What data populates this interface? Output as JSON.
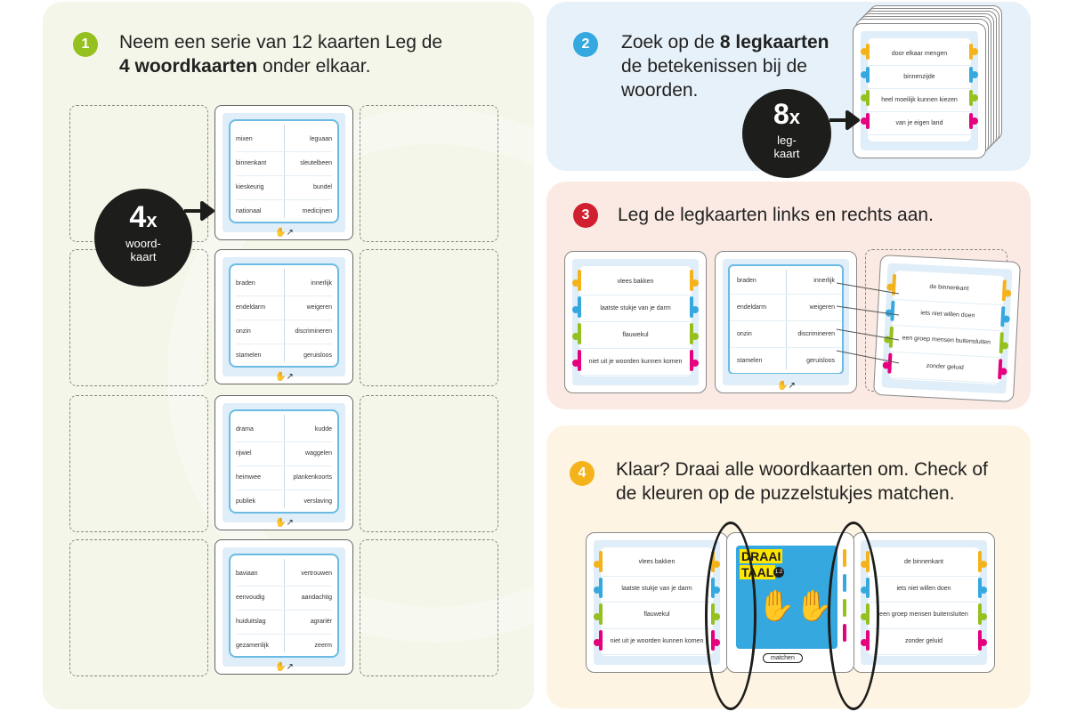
{
  "steps": [
    {
      "number": "1",
      "color": "#95c11f"
    },
    {
      "number": "2",
      "color": "#35a9df"
    },
    {
      "number": "3",
      "color": "#d0202f"
    },
    {
      "number": "4",
      "color": "#f5b31b"
    }
  ],
  "step1": {
    "line1": "Neem een serie van 12 kaarten Leg de",
    "bold": "4 woordkaarten",
    "rest": " onder elkaar.",
    "bubble_num": "4",
    "bubble_x": "x",
    "bubble_line1": "woord-",
    "bubble_line2": "kaart",
    "cards": [
      {
        "rows": [
          [
            "mixen",
            "leguaan"
          ],
          [
            "binnenkant",
            "sleutelbeen"
          ],
          [
            "kieskeurig",
            "bundel"
          ],
          [
            "nationaal",
            "medicijnen"
          ]
        ]
      },
      {
        "rows": [
          [
            "braden",
            "innerlijk"
          ],
          [
            "endeldarm",
            "weigeren"
          ],
          [
            "onzin",
            "discrimineren"
          ],
          [
            "stamelen",
            "geruisloos"
          ]
        ]
      },
      {
        "rows": [
          [
            "drama",
            "kudde"
          ],
          [
            "rijwiel",
            "waggelen"
          ],
          [
            "heimwee",
            "plankenkoorts"
          ],
          [
            "publiek",
            "verslaving"
          ]
        ]
      },
      {
        "rows": [
          [
            "baviaan",
            "vertrouwen"
          ],
          [
            "eenvoudig",
            "aandachtig"
          ],
          [
            "huiduitslag",
            "agrariër"
          ],
          [
            "gezamenlijk",
            "zeerm"
          ]
        ]
      }
    ]
  },
  "step2": {
    "pre": "Zoek op de ",
    "bold": "8 legkaarten",
    "line2": "de betekenissen bij de",
    "line3": "woorden.",
    "bubble_num": "8",
    "bubble_x": "x",
    "bubble_line1": "leg-",
    "bubble_line2": "kaart",
    "card_rows": [
      "door elkaar mengen",
      "binnenzijde",
      "heel moeilijk kunnen kiezen",
      "van je eigen land"
    ]
  },
  "step3": {
    "text": "Leg de legkaarten links en rechts aan.",
    "left_rows": [
      "vlees bakken",
      "laatste stukje van je darm",
      "flauwekul",
      "niet uit je woorden kunnen komen"
    ],
    "mid_rows": [
      [
        "braden",
        "innerlijk"
      ],
      [
        "endeldarm",
        "weigeren"
      ],
      [
        "onzin",
        "discrimineren"
      ],
      [
        "stamelen",
        "geruisloos"
      ]
    ],
    "right_rows": [
      "de binnenkant",
      "iets niet willen doen",
      "een groep mensen buitensluiten",
      "zonder geluid"
    ]
  },
  "step4": {
    "line1": "Klaar? Draai alle woordkaarten om. Check of",
    "line2": "de kleuren op de puzzelstukjes matchen.",
    "left_rows": [
      "vlees bakken",
      "laatste stukje van je darm",
      "flauwekul",
      "niet uit je woorden kunnen komen"
    ],
    "right_rows": [
      "de binnenkant",
      "iets niet willen doen",
      "een groep mensen buitensluiten",
      "zonder geluid"
    ],
    "cover_title1": "DRAAI",
    "cover_title2": "TAAL",
    "cover_badge": "1.2",
    "cover_label": "matchen"
  }
}
